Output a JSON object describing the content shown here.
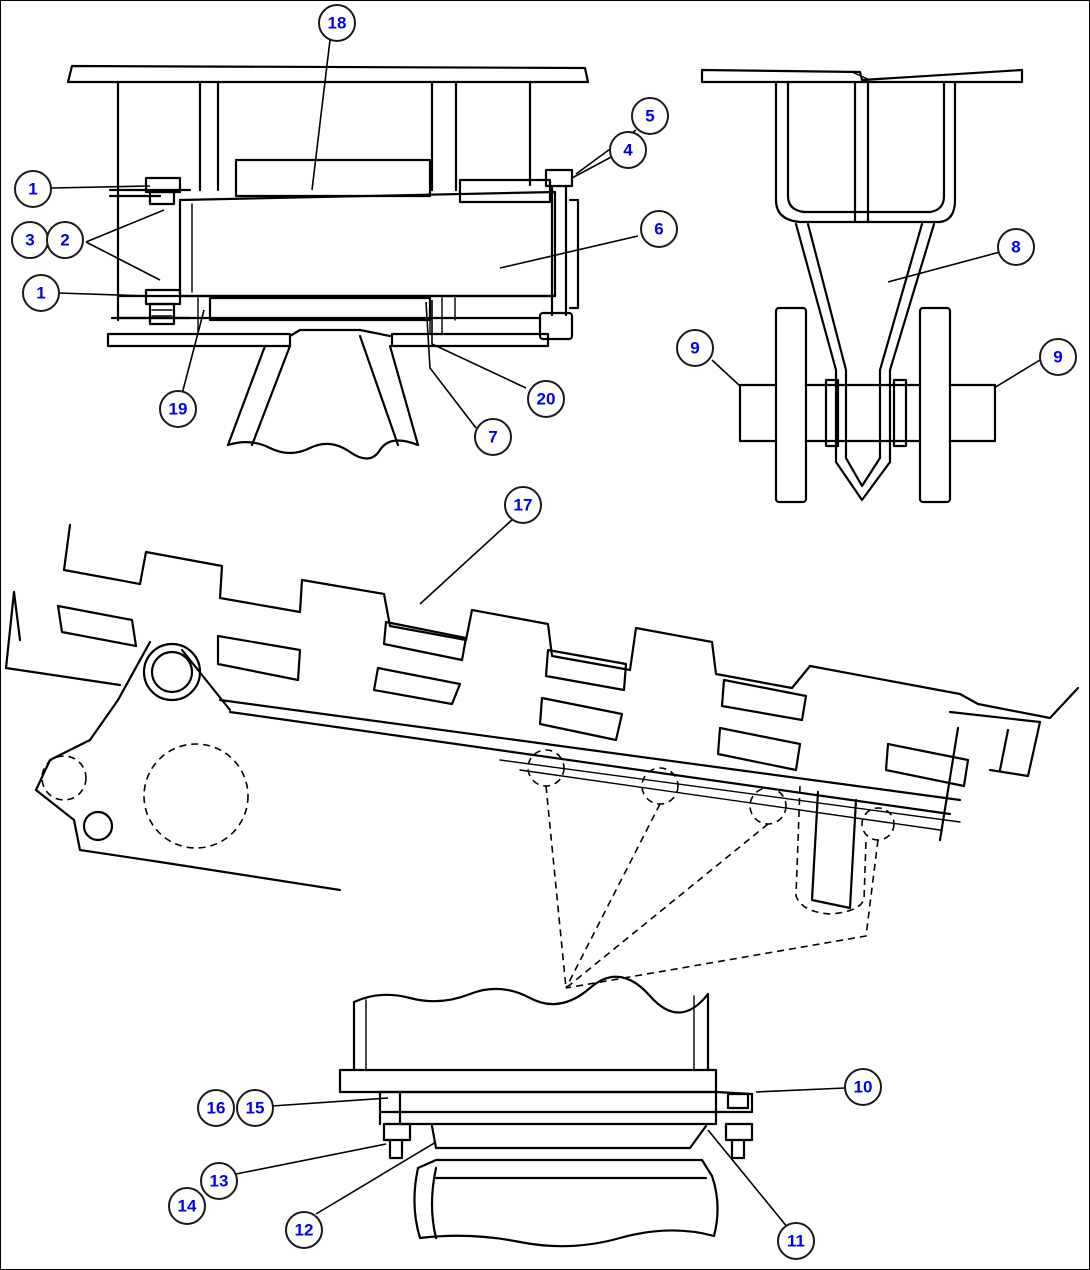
{
  "colors": {
    "callout_text": "#0000ee",
    "line": "#000000",
    "background": "#ffffff"
  },
  "callouts": [
    {
      "id": "c18",
      "label": "18"
    },
    {
      "id": "c5",
      "label": "5"
    },
    {
      "id": "c4",
      "label": "4"
    },
    {
      "id": "c1a",
      "label": "1"
    },
    {
      "id": "c3",
      "label": "3"
    },
    {
      "id": "c2",
      "label": "2"
    },
    {
      "id": "c6",
      "label": "6"
    },
    {
      "id": "c1b",
      "label": "1"
    },
    {
      "id": "c19",
      "label": "19"
    },
    {
      "id": "c20",
      "label": "20"
    },
    {
      "id": "c7",
      "label": "7"
    },
    {
      "id": "c8",
      "label": "8"
    },
    {
      "id": "c9a",
      "label": "9"
    },
    {
      "id": "c9b",
      "label": "9"
    },
    {
      "id": "c17",
      "label": "17"
    },
    {
      "id": "c10",
      "label": "10"
    },
    {
      "id": "c16",
      "label": "16"
    },
    {
      "id": "c15",
      "label": "15"
    },
    {
      "id": "c13",
      "label": "13"
    },
    {
      "id": "c14",
      "label": "14"
    },
    {
      "id": "c12",
      "label": "12"
    },
    {
      "id": "c11",
      "label": "11"
    }
  ]
}
